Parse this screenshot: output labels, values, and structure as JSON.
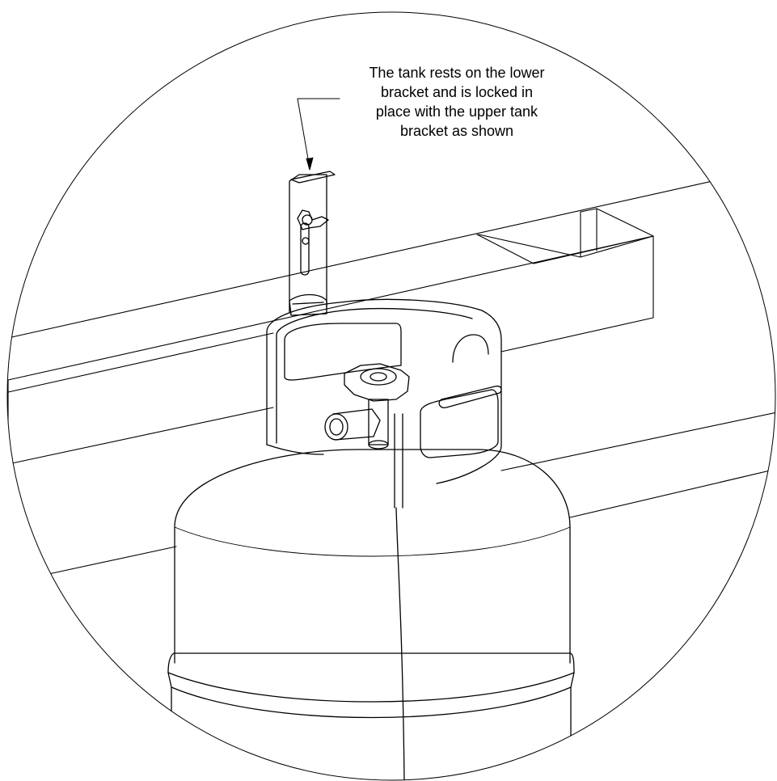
{
  "diagram": {
    "callout": {
      "lines": [
        "The tank rests on the lower",
        "bracket and is locked in",
        "place with the upper tank",
        "bracket as shown"
      ]
    },
    "colors": {
      "line": "#000000",
      "background": "#ffffff"
    }
  }
}
